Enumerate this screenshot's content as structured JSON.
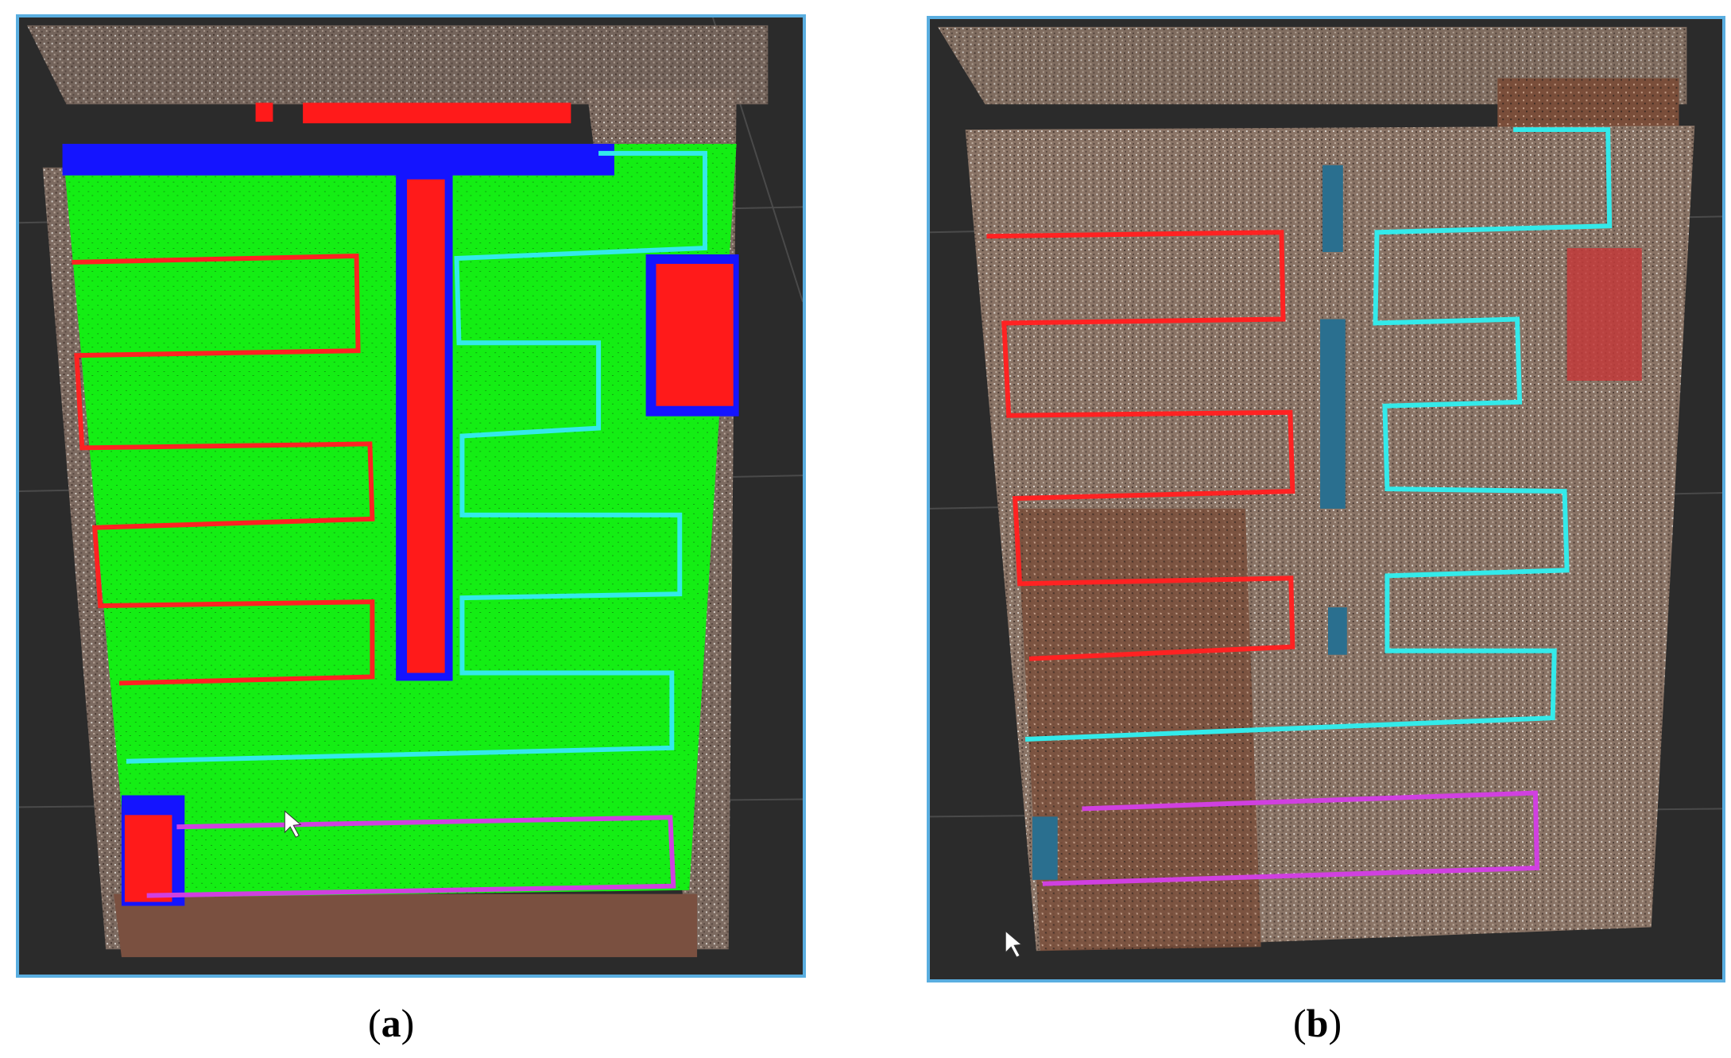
{
  "figure": {
    "panels": [
      {
        "id": "a",
        "caption_open": "(",
        "caption_letter": "a",
        "caption_close": ")",
        "colors": {
          "frame": "#5aaee0",
          "background": "#2b2b2b",
          "free_space": "#14ee14",
          "obstacle": "#ff1a1a",
          "obstacle_edge": "#1414ff",
          "path_region_1": "#ff2222",
          "path_region_2": "#33eaea",
          "path_region_3": "#d040e0"
        },
        "icons": [
          "mouse-cursor-icon"
        ]
      },
      {
        "id": "b",
        "caption_open": "(",
        "caption_letter": "b",
        "caption_close": ")",
        "colors": {
          "frame": "#5aaee0",
          "background": "#2b2b2b",
          "point_cloud": "#8a7466",
          "obstacle": "#c23a3a",
          "pole": "#2a6f8f",
          "path_region_1": "#ff2222",
          "path_region_2": "#33eaea",
          "path_region_3": "#d040e0"
        },
        "icons": [
          "mouse-cursor-icon"
        ]
      }
    ]
  }
}
